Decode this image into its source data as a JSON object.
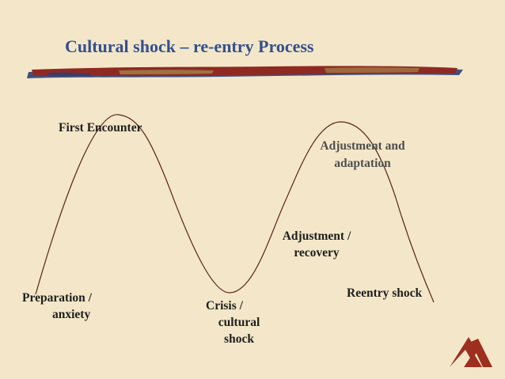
{
  "slide": {
    "title": "Cultural shock – re-entry Process",
    "stages": {
      "first_encounter": "First Encounter",
      "adjustment_adaptation": [
        "Adjustment and",
        "adaptation"
      ],
      "adjustment_recovery": [
        "Adjustment /",
        "recovery"
      ],
      "reentry_shock": "Reentry shock",
      "preparation": [
        "Preparation /",
        "anxiety"
      ],
      "crisis": [
        "Crisis /",
        "cultural",
        "shock"
      ]
    }
  },
  "colors": {
    "background": "#F4E7C9",
    "title": "#34508F",
    "banner_red": "#8E2A22",
    "banner_navy": "#2E3E78",
    "banner_tan": "#A07A45",
    "curve": "#5A2418",
    "logo": "#9E2E1E"
  },
  "icons": {
    "logo": "mountain-logo-icon"
  }
}
